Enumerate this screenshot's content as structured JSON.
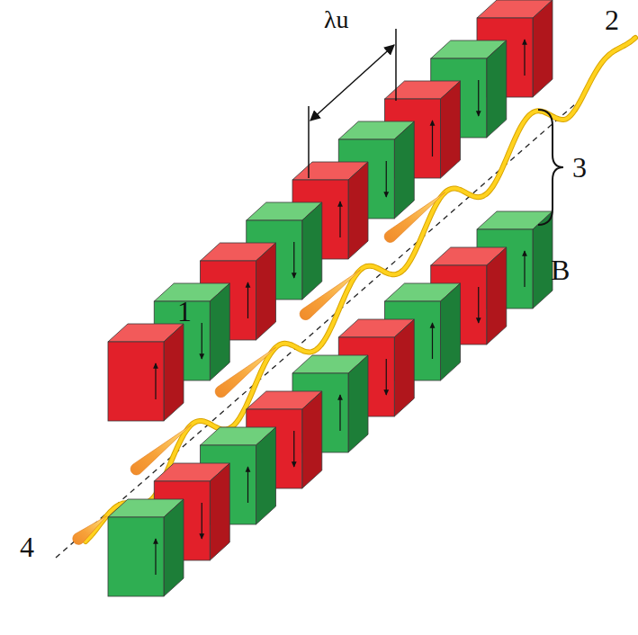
{
  "diagram": {
    "labels": [
      "λu",
      "1",
      "2",
      "3",
      "4",
      "B"
    ]
  }
}
